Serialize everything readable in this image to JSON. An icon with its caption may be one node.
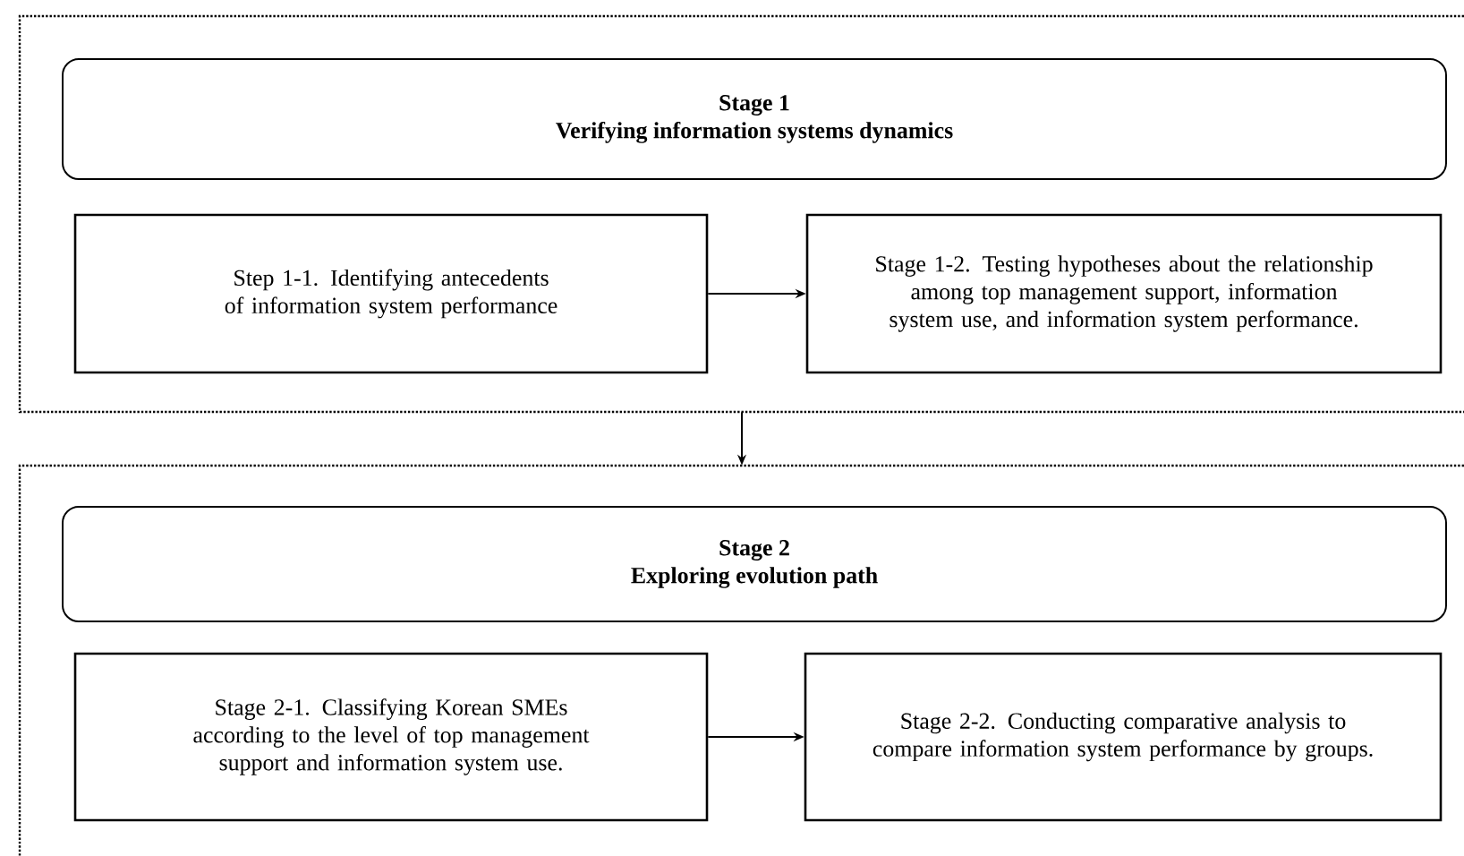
{
  "diagram": {
    "nodes": [
      {
        "text": [],
        "shape": "box"
      },
      {
        "text": [
          "Stage 1",
          "Verifying information systems dynamics"
        ],
        "in": 0
      },
      {
        "text": [
          "Step 1-1. Identifying antecedents of information system performance"
        ],
        "in": 0
      },
      {
        "text": [
          "Stage 1-2. Testing hypotheses about the relationship among top management support, information system use, and information system performance."
        ],
        "in": 0
      },
      {
        "text": [],
        "shape": "box"
      },
      {
        "text": [
          "Stage 2",
          "Exploring evolution path"
        ],
        "in": 4
      },
      {
        "text": [
          "Stage 2-1. Classifying Korean SMEs according to the level of top management support and information system use."
        ],
        "in": 4
      },
      {
        "text": [
          "Stage 2-2. Conducting comparative analysis to compare information system performance by groups."
        ],
        "in": 4
      }
    ],
    "edges": [
      {
        "from": 2,
        "to": 3,
        "arrow": "to"
      },
      {
        "from": 0,
        "to": 4,
        "arrow": "to"
      },
      {
        "from": 6,
        "to": 7,
        "arrow": "to"
      }
    ]
  }
}
